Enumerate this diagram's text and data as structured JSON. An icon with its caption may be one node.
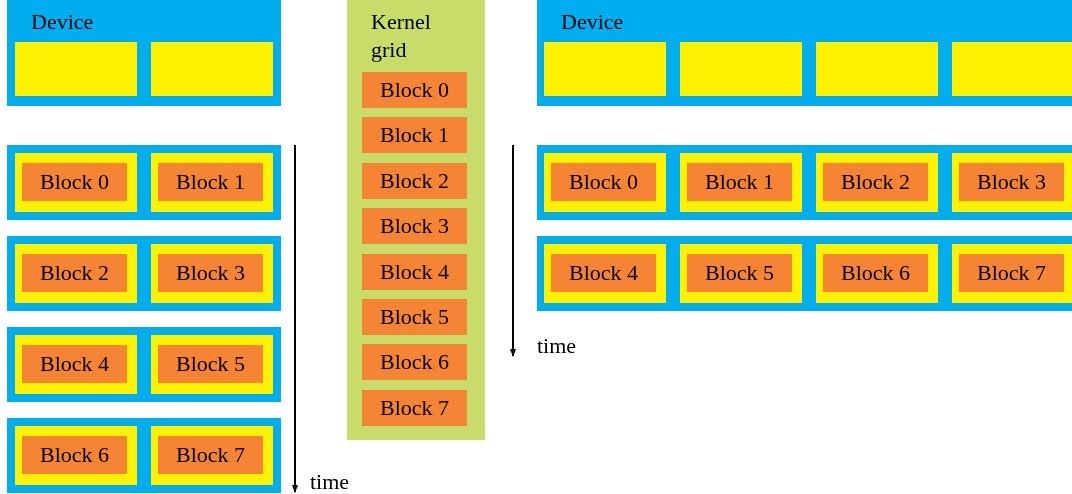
{
  "diagram": {
    "nodes": [
      {
        "text": [
          "Device"
        ]
      },
      {
        "text": [],
        "shape": "box",
        "in": 0
      },
      {
        "text": [],
        "shape": "box",
        "in": 0
      },
      {
        "text": [],
        "shape": "bar"
      },
      {
        "text": [],
        "shape": "box",
        "in": 3
      },
      {
        "text": [
          "Block 0"
        ],
        "in": 4
      },
      {
        "text": [],
        "shape": "box",
        "in": 3
      },
      {
        "text": [
          "Block 1"
        ],
        "in": 6
      },
      {
        "text": [],
        "shape": "bar"
      },
      {
        "text": [],
        "shape": "box",
        "in": 8
      },
      {
        "text": [
          "Block 2"
        ],
        "in": 9
      },
      {
        "text": [],
        "shape": "box",
        "in": 8
      },
      {
        "text": [
          "Block 3"
        ],
        "in": 11
      },
      {
        "text": [],
        "shape": "bar"
      },
      {
        "text": [],
        "shape": "box",
        "in": 13
      },
      {
        "text": [
          "Block 4"
        ],
        "in": 14
      },
      {
        "text": [],
        "shape": "box",
        "in": 13
      },
      {
        "text": [
          "Block 5"
        ],
        "in": 16
      },
      {
        "text": [],
        "shape": "bar"
      },
      {
        "text": [],
        "shape": "box",
        "in": 18
      },
      {
        "text": [
          "Block 6"
        ],
        "in": 19
      },
      {
        "text": [],
        "shape": "box",
        "in": 18
      },
      {
        "text": [
          "Block 7"
        ],
        "in": 21
      },
      {
        "text": [
          "Kernel grid"
        ]
      },
      {
        "text": [
          "Block 0"
        ],
        "in": 23
      },
      {
        "text": [
          "Block 1"
        ],
        "in": 23
      },
      {
        "text": [
          "Block 2"
        ],
        "in": 23
      },
      {
        "text": [
          "Block 3"
        ],
        "in": 23
      },
      {
        "text": [
          "Block 4"
        ],
        "in": 23
      },
      {
        "text": [
          "Block 5"
        ],
        "in": 23
      },
      {
        "text": [
          "Block 6"
        ],
        "in": 23
      },
      {
        "text": [
          "Block 7"
        ],
        "in": 23
      },
      {
        "text": [
          "Device"
        ]
      },
      {
        "text": [],
        "shape": "box",
        "in": 32
      },
      {
        "text": [],
        "shape": "box",
        "in": 32
      },
      {
        "text": [],
        "shape": "box",
        "in": 32
      },
      {
        "text": [],
        "shape": "box",
        "in": 32
      },
      {
        "text": [],
        "shape": "bar"
      },
      {
        "text": [],
        "shape": "box",
        "in": 37
      },
      {
        "text": [
          "Block 0"
        ],
        "in": 38
      },
      {
        "text": [],
        "shape": "box",
        "in": 37
      },
      {
        "text": [
          "Block 1"
        ],
        "in": 40
      },
      {
        "text": [],
        "shape": "box",
        "in": 37
      },
      {
        "text": [
          "Block 2"
        ],
        "in": 42
      },
      {
        "text": [],
        "shape": "box",
        "in": 37
      },
      {
        "text": [
          "Block 3"
        ],
        "in": 44
      },
      {
        "text": [],
        "shape": "bar"
      },
      {
        "text": [],
        "shape": "box",
        "in": 46
      },
      {
        "text": [
          "Block 4"
        ],
        "in": 47
      },
      {
        "text": [],
        "shape": "box",
        "in": 46
      },
      {
        "text": [
          "Block 5"
        ],
        "in": 49
      },
      {
        "text": [],
        "shape": "box",
        "in": 46
      },
      {
        "text": [
          "Block 6"
        ],
        "in": 51
      },
      {
        "text": [],
        "shape": "box",
        "in": 46
      },
      {
        "text": [
          "Block 7"
        ],
        "in": 53
      }
    ],
    "labels": [
      "time",
      "time"
    ]
  }
}
